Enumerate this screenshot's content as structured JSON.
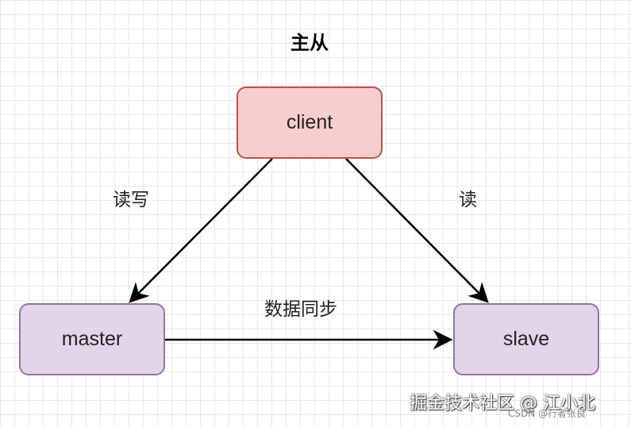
{
  "title": "主从",
  "nodes": {
    "client": "client",
    "master": "master",
    "slave": "slave"
  },
  "edges": {
    "client_master": "读写",
    "client_slave": "读",
    "master_slave": "数据同步"
  },
  "colors": {
    "client_fill": "#f8cecc",
    "client_stroke": "#b85450",
    "node_fill": "#e1d5e7",
    "node_stroke": "#9673a6",
    "arrow": "#000000"
  },
  "watermark": {
    "main": "掘金技术社区 @ 江小北",
    "secondary": "CSDN @行者张良"
  }
}
